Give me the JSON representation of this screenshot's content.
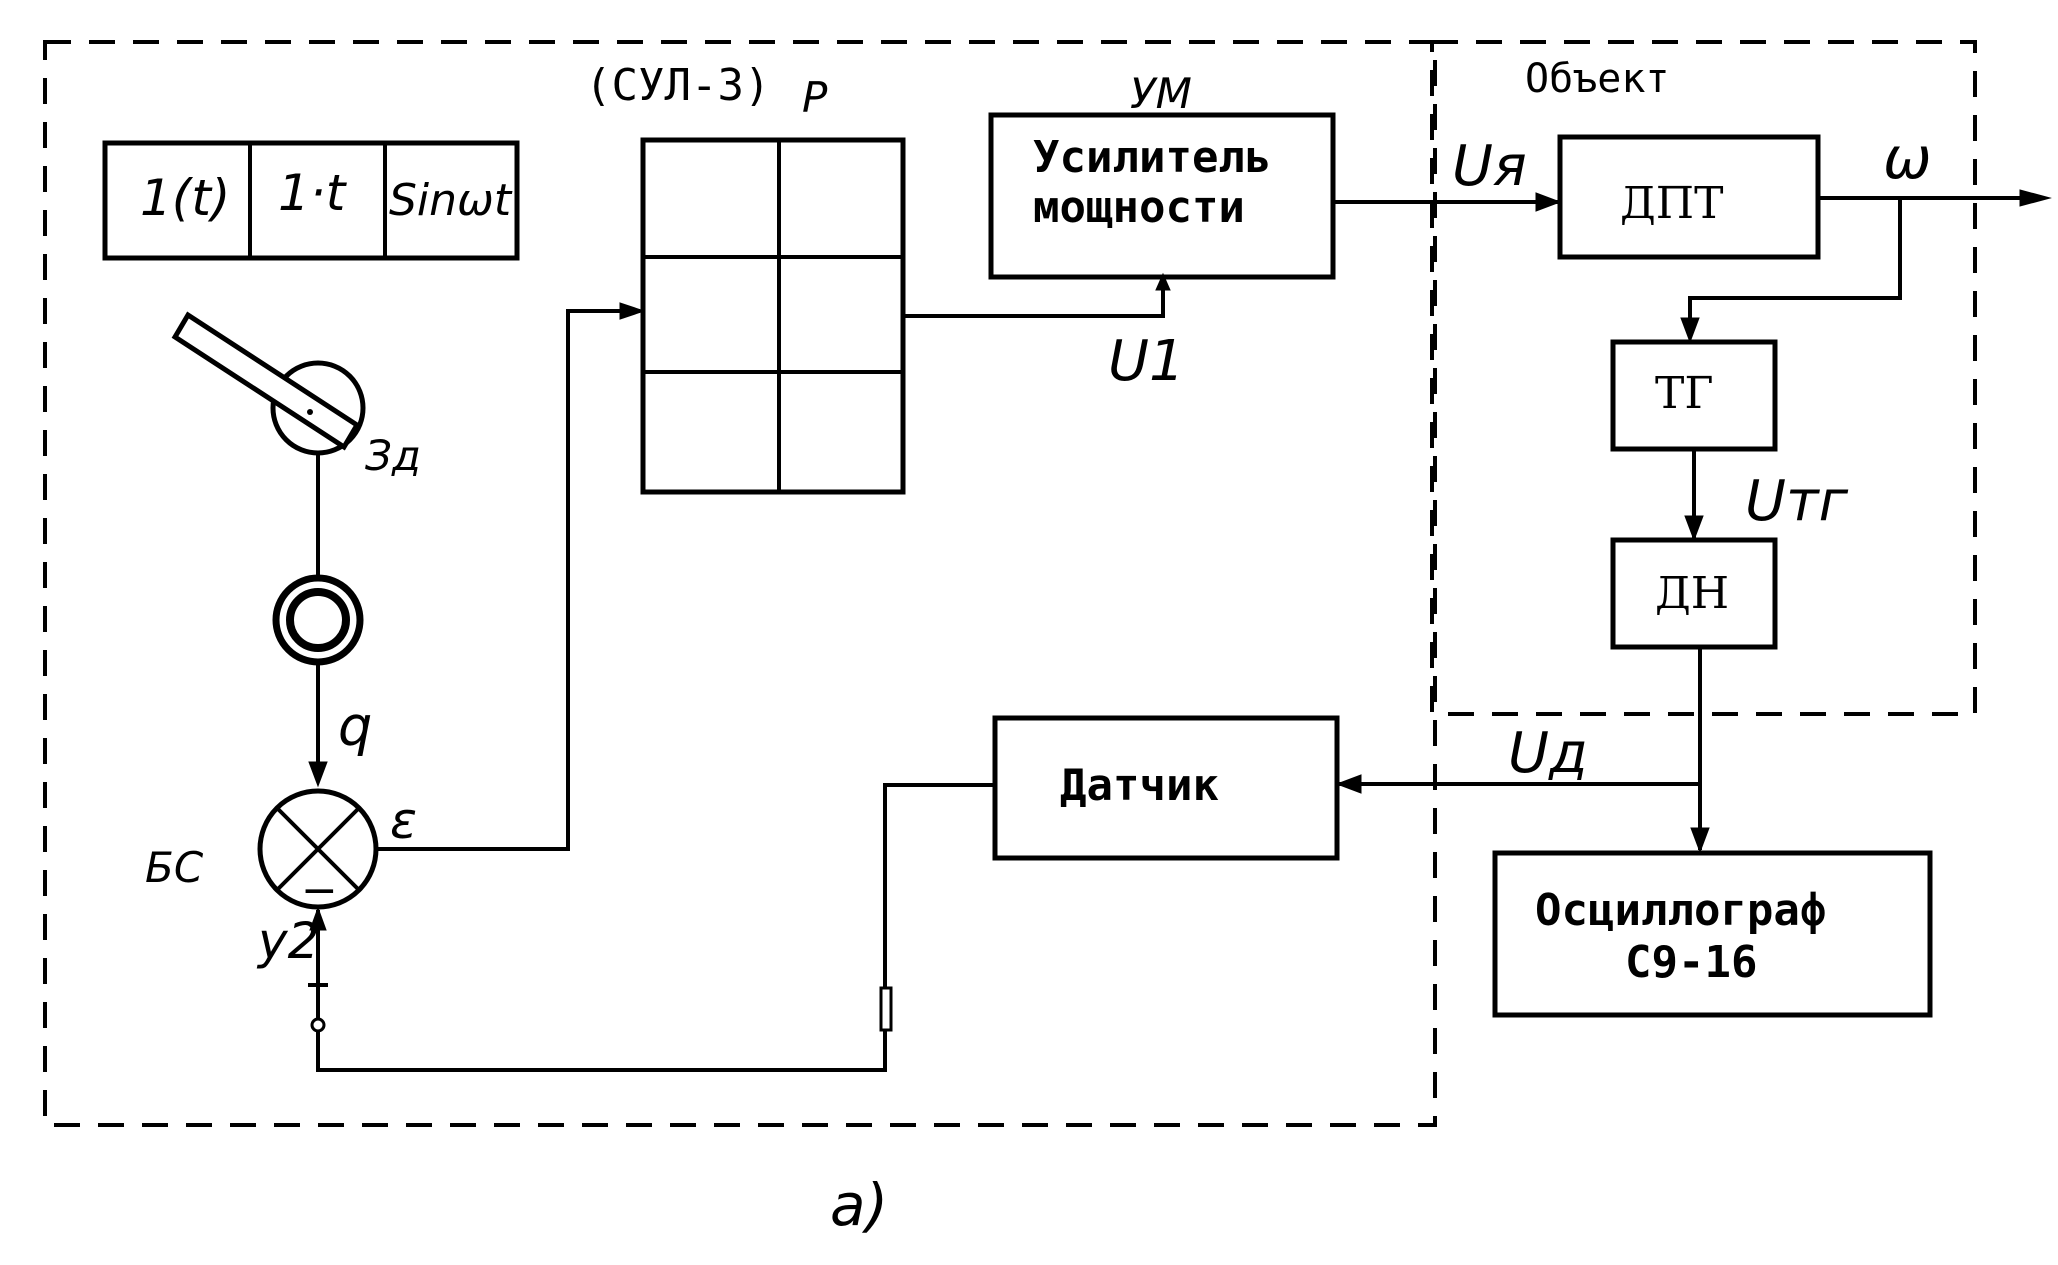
{
  "system_label": "(СУЛ-3)",
  "regulator_label": "P",
  "amplifier": {
    "tag": "УМ",
    "line1": "Усилитель",
    "line2": "мощности"
  },
  "object_label": "Объект",
  "motor_label": "ДПТ",
  "tachogen_label": "ТГ",
  "divider_label": "ДН",
  "sensor_label": "Датчик",
  "oscilloscope": {
    "line1": "Осциллограф",
    "line2": "С9-16"
  },
  "signal_buttons": [
    "1(t)",
    "1·t",
    "Sinωt"
  ],
  "signals": {
    "u_armature": "Uя",
    "omega": "ω",
    "u1": "U1",
    "u_tg": "Uтг",
    "u_d": "Uд",
    "q": "q",
    "epsilon": "ε",
    "y2": "y2",
    "minus": "−"
  },
  "setpoint_label": "Зд",
  "comparator_label": "БС",
  "caption": "а)"
}
